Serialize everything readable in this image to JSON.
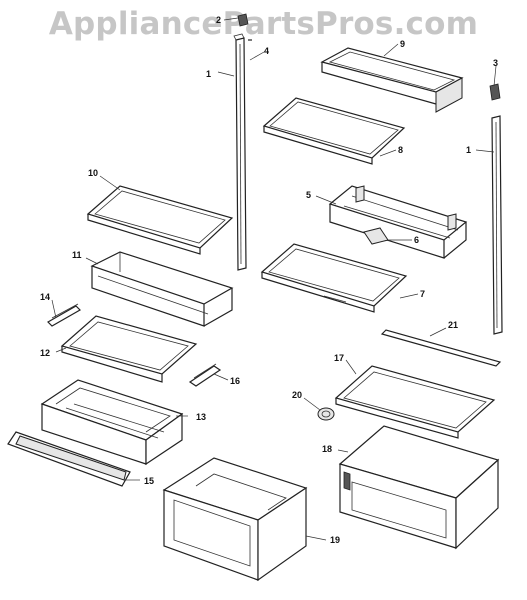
{
  "header": {
    "watermark": "AppliancePartsPros.com"
  },
  "callouts": [
    {
      "id": "c1a",
      "label": "1"
    },
    {
      "id": "c1b",
      "label": "1"
    },
    {
      "id": "c2",
      "label": "2"
    },
    {
      "id": "c3",
      "label": "3"
    },
    {
      "id": "c4",
      "label": "4"
    },
    {
      "id": "c5",
      "label": "5"
    },
    {
      "id": "c6",
      "label": "6"
    },
    {
      "id": "c7",
      "label": "7"
    },
    {
      "id": "c8",
      "label": "8"
    },
    {
      "id": "c9",
      "label": "9"
    },
    {
      "id": "c10",
      "label": "10"
    },
    {
      "id": "c11",
      "label": "11"
    },
    {
      "id": "c12",
      "label": "12"
    },
    {
      "id": "c13",
      "label": "13"
    },
    {
      "id": "c14",
      "label": "14"
    },
    {
      "id": "c15",
      "label": "15"
    },
    {
      "id": "c16",
      "label": "16"
    },
    {
      "id": "c17",
      "label": "17"
    },
    {
      "id": "c18",
      "label": "18"
    },
    {
      "id": "c19",
      "label": "19"
    },
    {
      "id": "c20",
      "label": "20"
    },
    {
      "id": "c21",
      "label": "21"
    }
  ]
}
